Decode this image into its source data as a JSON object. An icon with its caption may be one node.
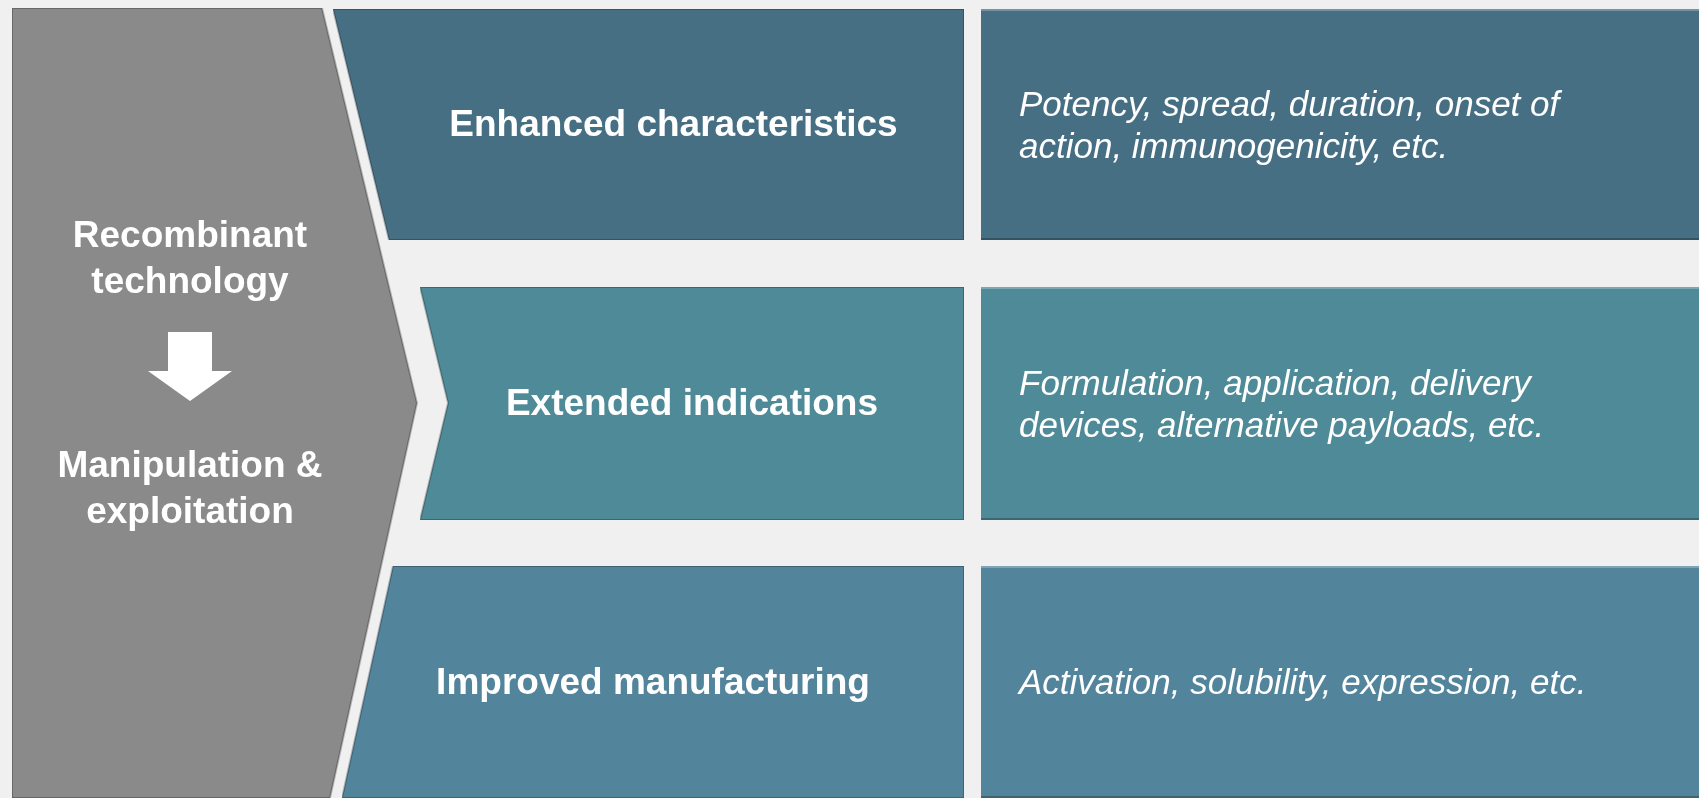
{
  "diagram": {
    "nodes": [
      {
        "text": [],
        "shape": "chevron"
      },
      {
        "text": [
          "Recombinant technology"
        ],
        "in": 0
      },
      {
        "text": [
          "Manipulation & exploitation"
        ],
        "in": 0
      },
      {
        "text": [
          "Enhanced characteristics"
        ]
      },
      {
        "text": [
          "Extended indications"
        ]
      },
      {
        "text": [
          "Improved manufacturing"
        ]
      },
      {
        "text": [
          "Potency, spread, duration, onset of action, immunogenicity, etc."
        ]
      },
      {
        "text": [
          "Formulation, application, delivery devices, alternative payloads, etc."
        ]
      },
      {
        "text": [
          "Activation, solubility, expression, etc."
        ]
      }
    ],
    "edges": [
      {
        "from": 1,
        "to": 2,
        "arrow": "to"
      }
    ]
  }
}
